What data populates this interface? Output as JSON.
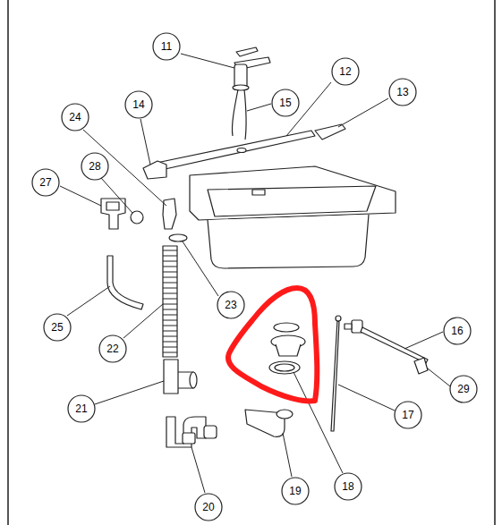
{
  "diagram": {
    "nodes": [
      {
        "text": [
          "11"
        ]
      },
      {
        "text": [
          "12"
        ]
      },
      {
        "text": [
          "13"
        ]
      },
      {
        "text": [
          "15"
        ]
      },
      {
        "text": [
          "14"
        ]
      },
      {
        "text": [
          "24"
        ]
      },
      {
        "text": [
          "28"
        ]
      },
      {
        "text": [
          "27"
        ]
      },
      {
        "text": [
          "23"
        ]
      },
      {
        "text": [
          "25"
        ]
      },
      {
        "text": [
          "16"
        ]
      },
      {
        "text": [
          "22"
        ]
      },
      {
        "text": [
          "29"
        ]
      },
      {
        "text": [
          "21"
        ]
      },
      {
        "text": [
          "17"
        ]
      },
      {
        "text": [
          "18"
        ]
      },
      {
        "text": [
          "19"
        ]
      },
      {
        "text": [
          "20"
        ]
      }
    ]
  }
}
